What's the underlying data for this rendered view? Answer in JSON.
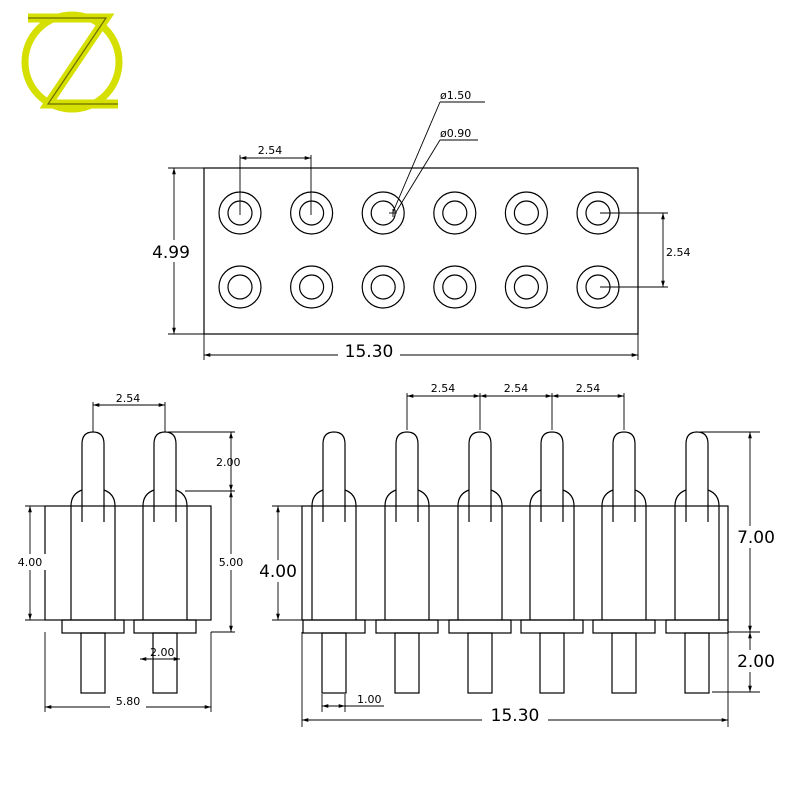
{
  "logo": {
    "letter": "Z",
    "color": "#d6e000"
  },
  "top_view": {
    "pitch_label": "2.54",
    "outer_diameter_label": "ø1.50",
    "inner_diameter_label": "ø0.90",
    "row_pitch_label": "2.54",
    "height_label": "4.99",
    "width_label": "15.30",
    "rows": 2,
    "columns": 6
  },
  "side_view_left": {
    "pitch_label": "2.54",
    "plunger_label": "2.00",
    "body_height_label": "4.00",
    "overall_height_label": "5.00",
    "tail_label": "2.00",
    "width_label": "5.80"
  },
  "side_view_right": {
    "pitch_labels": [
      "2.54",
      "2.54",
      "2.54"
    ],
    "body_height_label": "4.00",
    "overall_height_label": "7.00",
    "tail_length_label": "2.00",
    "tail_width_label": "1.00",
    "width_label": "15.30"
  }
}
